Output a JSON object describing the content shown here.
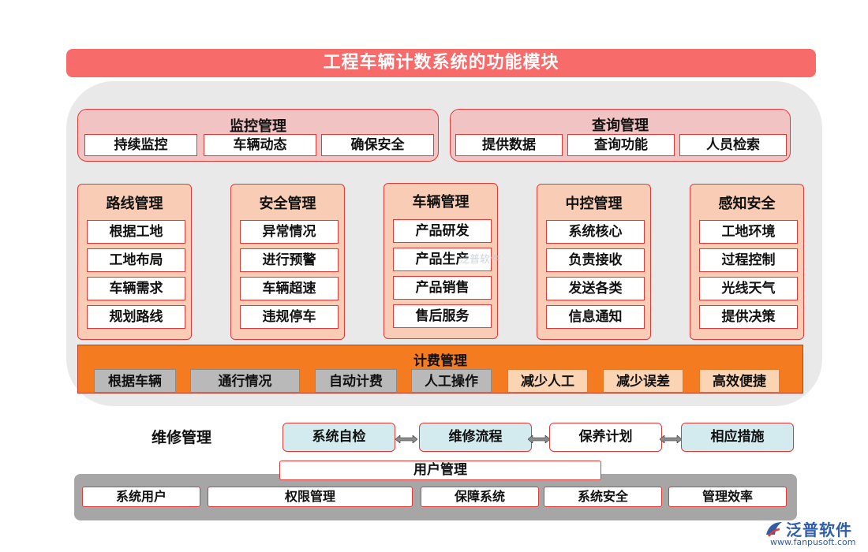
{
  "title": "工程车辆计数系统的功能模块",
  "monitor": {
    "title": "监控管理",
    "items": [
      "持续监控",
      "车辆动态",
      "确保安全"
    ]
  },
  "query": {
    "title": "查询管理",
    "items": [
      "提供数据",
      "查询功能",
      "人员检索"
    ]
  },
  "columns": [
    {
      "title": "路线管理",
      "items": [
        "根据工地",
        "工地布局",
        "车辆需求",
        "规划路线"
      ]
    },
    {
      "title": "安全管理",
      "items": [
        "异常情况",
        "进行预警",
        "车辆超速",
        "违规停车"
      ]
    },
    {
      "title": "车辆管理",
      "items": [
        "产品研发",
        "产品生产",
        "产品销售",
        "售后服务"
      ]
    },
    {
      "title": "中控管理",
      "items": [
        "系统核心",
        "负责接收",
        "发送各类",
        "信息通知"
      ]
    },
    {
      "title": "感知安全",
      "items": [
        "工地环境",
        "过程控制",
        "光线天气",
        "提供决策"
      ]
    }
  ],
  "fee": {
    "title": "计费管理",
    "items": [
      "根据车辆",
      "通行情况",
      "自动计费",
      "人工操作",
      "减少人工",
      "减少误差",
      "高效便捷"
    ]
  },
  "repair": {
    "title": "维修管理",
    "items": [
      "系统自检",
      "维修流程",
      "保养计划",
      "相应措施"
    ]
  },
  "user": {
    "title": "用户管理",
    "items": [
      "系统用户",
      "权限管理",
      "保障系统",
      "系统安全",
      "管理效率"
    ]
  },
  "watermark": {
    "center": "泛普软件",
    "logo_text": "泛普软件",
    "logo_url": "www.fanpusoft.com"
  },
  "colors": {
    "title_bar": "#f86b6b",
    "fee_bar": "#f47b20",
    "border_red": "#e53935",
    "logo_blue": "#2f5da8"
  }
}
